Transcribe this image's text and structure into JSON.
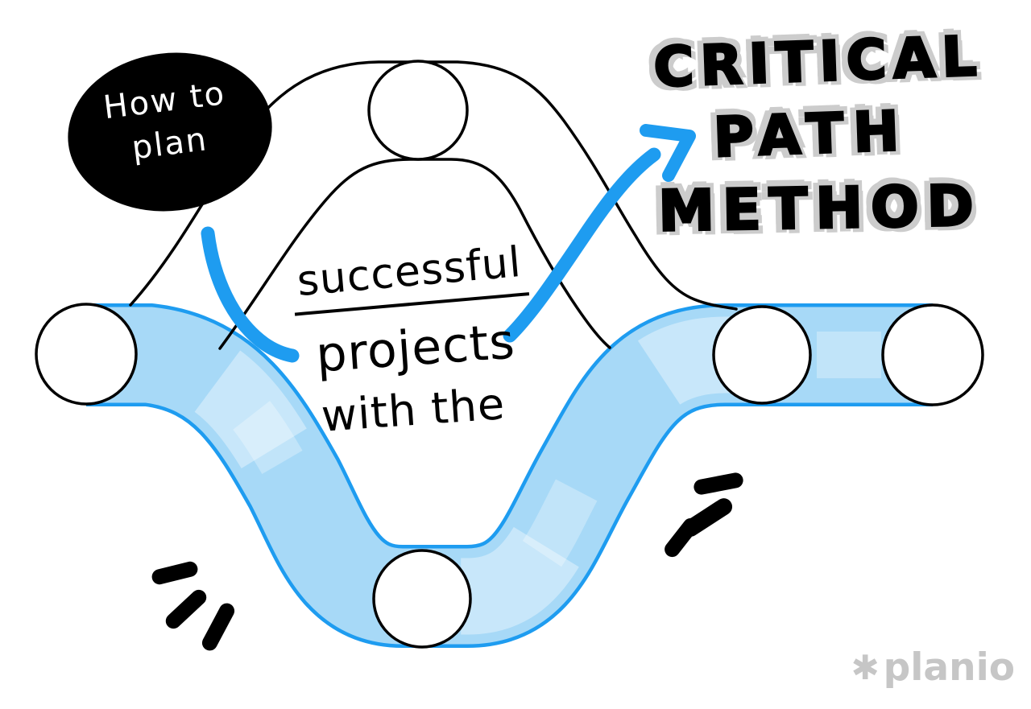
{
  "blob": {
    "line1": "How to",
    "line2": "plan"
  },
  "center_text": {
    "line1": "successful",
    "line2": "projects",
    "line3": "with the"
  },
  "title": {
    "full": "CRITICAL PATH METHOD",
    "line1": "CRITICAL",
    "line2": "PATH",
    "line3": "METHOD"
  },
  "logo": {
    "symbol": "✱",
    "text": "planio"
  },
  "diagram": {
    "type": "project-network-illustration",
    "node_count": 5,
    "routes": [
      {
        "name": "detour-route",
        "style": "black-outline",
        "through": "top-node"
      },
      {
        "name": "critical-path",
        "style": "blue-highlighted-band",
        "through": "bottom-node"
      }
    ],
    "annotation_arrow": "points from center text to title"
  },
  "colors": {
    "blue": "#1e9cf0",
    "band_fill": "#a7d9f7",
    "shadow_gray": "#cccccc",
    "logo_gray": "#c6c6c6",
    "ink": "#000000",
    "paper": "#ffffff"
  }
}
